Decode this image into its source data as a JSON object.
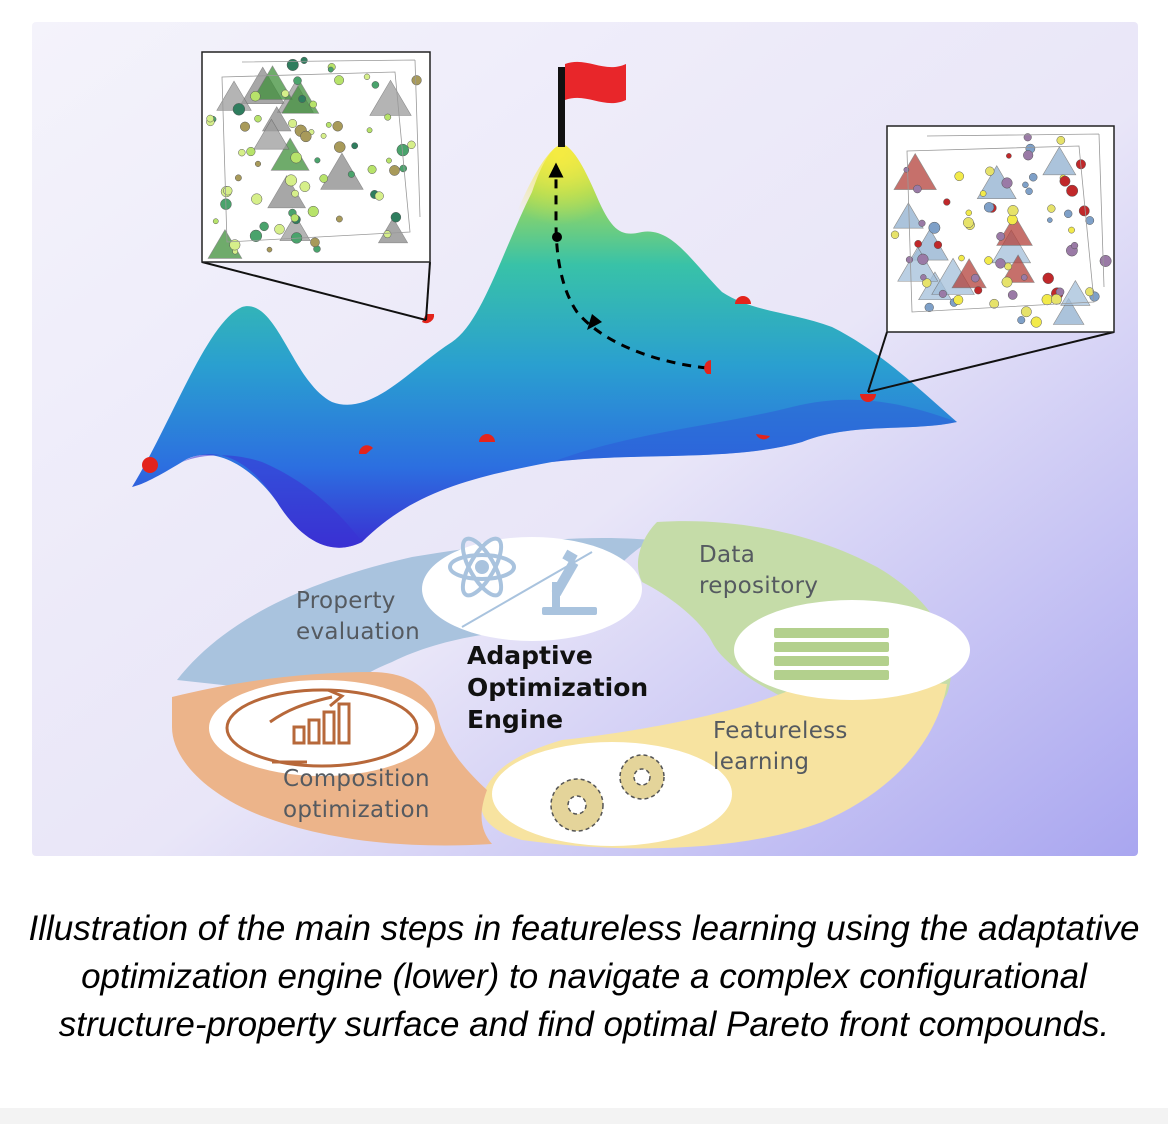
{
  "diagram": {
    "cycle_steps": [
      {
        "id": "property",
        "label": "Property\nevaluation",
        "color": "#a9c3de",
        "icon": "atom-and-microscope-icon"
      },
      {
        "id": "data",
        "label": "Data\nrepository",
        "color": "#c5dca8",
        "icon": "database-icon"
      },
      {
        "id": "featureless",
        "label": "Featureless\nlearning",
        "color": "#f7e3a0",
        "icon": "gears-icon"
      },
      {
        "id": "composition",
        "label": "Composition\noptimization",
        "color": "#ecb48a",
        "icon": "growth-chart-cycle-icon"
      }
    ],
    "engine_label": "Adaptive\nOptimization\nEngine",
    "landscape": {
      "optimum_flag_color": "#e8262a",
      "sample_point_color": "#e3241c"
    }
  },
  "caption": "Illustration of the main steps in featureless learning using the adaptative optimization engine (lower) to navigate a complex configurational structure-property surface and find optimal Pareto front compounds."
}
